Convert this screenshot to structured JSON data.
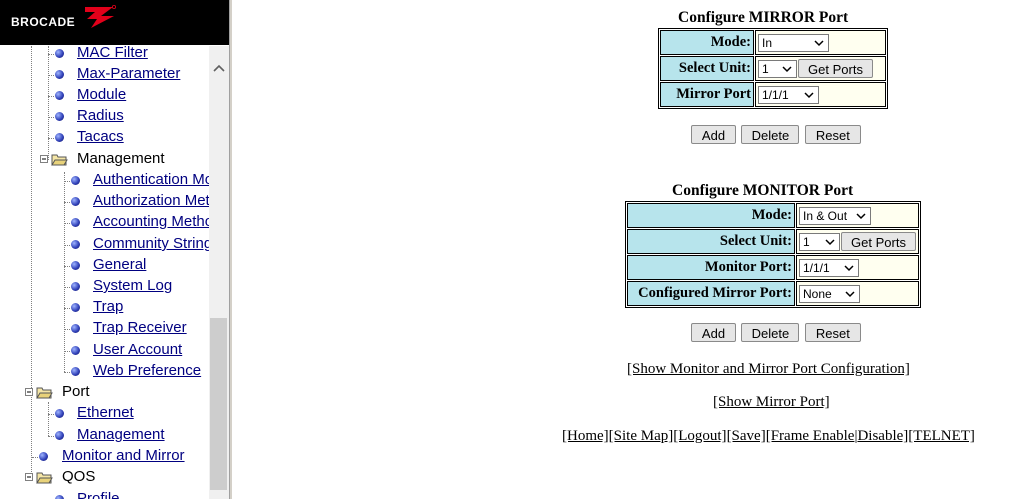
{
  "logo": {
    "text": "BROCADE"
  },
  "nav": {
    "items": [
      {
        "label": "MAC Filter"
      },
      {
        "label": "Max-Parameter"
      },
      {
        "label": "Module"
      },
      {
        "label": "Radius"
      },
      {
        "label": "Tacacs"
      },
      {
        "label": "Management"
      },
      {
        "label": "Authentication Mode"
      },
      {
        "label": "Authorization Method"
      },
      {
        "label": "Accounting Method"
      },
      {
        "label": "Community String"
      },
      {
        "label": "General"
      },
      {
        "label": "System Log"
      },
      {
        "label": "Trap"
      },
      {
        "label": "Trap Receiver"
      },
      {
        "label": "User Account"
      },
      {
        "label": "Web Preference"
      },
      {
        "label": "Port"
      },
      {
        "label": "Ethernet"
      },
      {
        "label": "Management"
      },
      {
        "label": "Monitor and Mirror"
      },
      {
        "label": "QOS"
      },
      {
        "label": "Profile"
      }
    ]
  },
  "mirror": {
    "title": "Configure MIRROR Port",
    "mode_label": "Mode:",
    "mode_value": "In",
    "unit_label": "Select Unit:",
    "unit_value": "1",
    "get_ports": "Get Ports",
    "port_label": "Mirror Port",
    "port_value": "1/1/1",
    "add": "Add",
    "delete": "Delete",
    "reset": "Reset"
  },
  "monitor": {
    "title": "Configure MONITOR Port",
    "mode_label": "Mode:",
    "mode_value": "In & Out",
    "unit_label": "Select Unit:",
    "unit_value": "1",
    "get_ports": "Get Ports",
    "port_label": "Monitor Port:",
    "port_value": "1/1/1",
    "configured_label": "Configured Mirror Port:",
    "configured_value": "None",
    "add": "Add",
    "delete": "Delete",
    "reset": "Reset"
  },
  "links": {
    "show_config": "[Show Monitor and Mirror Port Configuration]",
    "show_mirror": "[Show Mirror Port]",
    "footer": [
      "[Home]",
      "[Site Map]",
      "[Logout]",
      "[Save]",
      "[Frame Enable",
      "|",
      "Disable]",
      "[TELNET]"
    ]
  }
}
